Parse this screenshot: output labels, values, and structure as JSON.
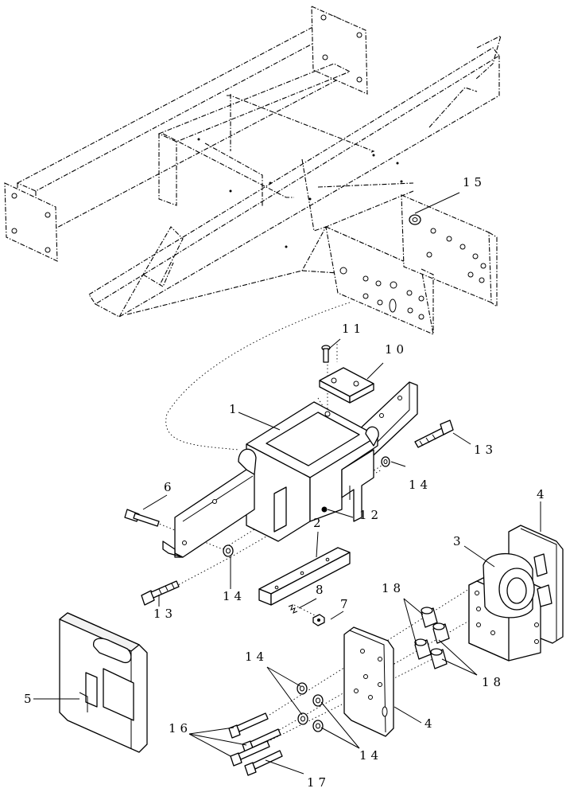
{
  "callouts": [
    {
      "id": "c1",
      "text": "1"
    },
    {
      "id": "c2",
      "text": "2"
    },
    {
      "id": "c3",
      "text": "3"
    },
    {
      "id": "c4a",
      "text": "4"
    },
    {
      "id": "c4b",
      "text": "4"
    },
    {
      "id": "c5",
      "text": "5"
    },
    {
      "id": "c6",
      "text": "6"
    },
    {
      "id": "c7",
      "text": "7"
    },
    {
      "id": "c8",
      "text": "8"
    },
    {
      "id": "c10",
      "text": "10"
    },
    {
      "id": "c11",
      "text": "11"
    },
    {
      "id": "c12",
      "text": "12"
    },
    {
      "id": "c13a",
      "text": "13"
    },
    {
      "id": "c13b",
      "text": "13"
    },
    {
      "id": "c14a",
      "text": "14"
    },
    {
      "id": "c14b",
      "text": "14"
    },
    {
      "id": "c14c",
      "text": "14"
    },
    {
      "id": "c14d",
      "text": "14"
    },
    {
      "id": "c15",
      "text": "15"
    },
    {
      "id": "c16",
      "text": "16"
    },
    {
      "id": "c17",
      "text": "17"
    },
    {
      "id": "c18a",
      "text": "18"
    },
    {
      "id": "c18b",
      "text": "18"
    }
  ]
}
